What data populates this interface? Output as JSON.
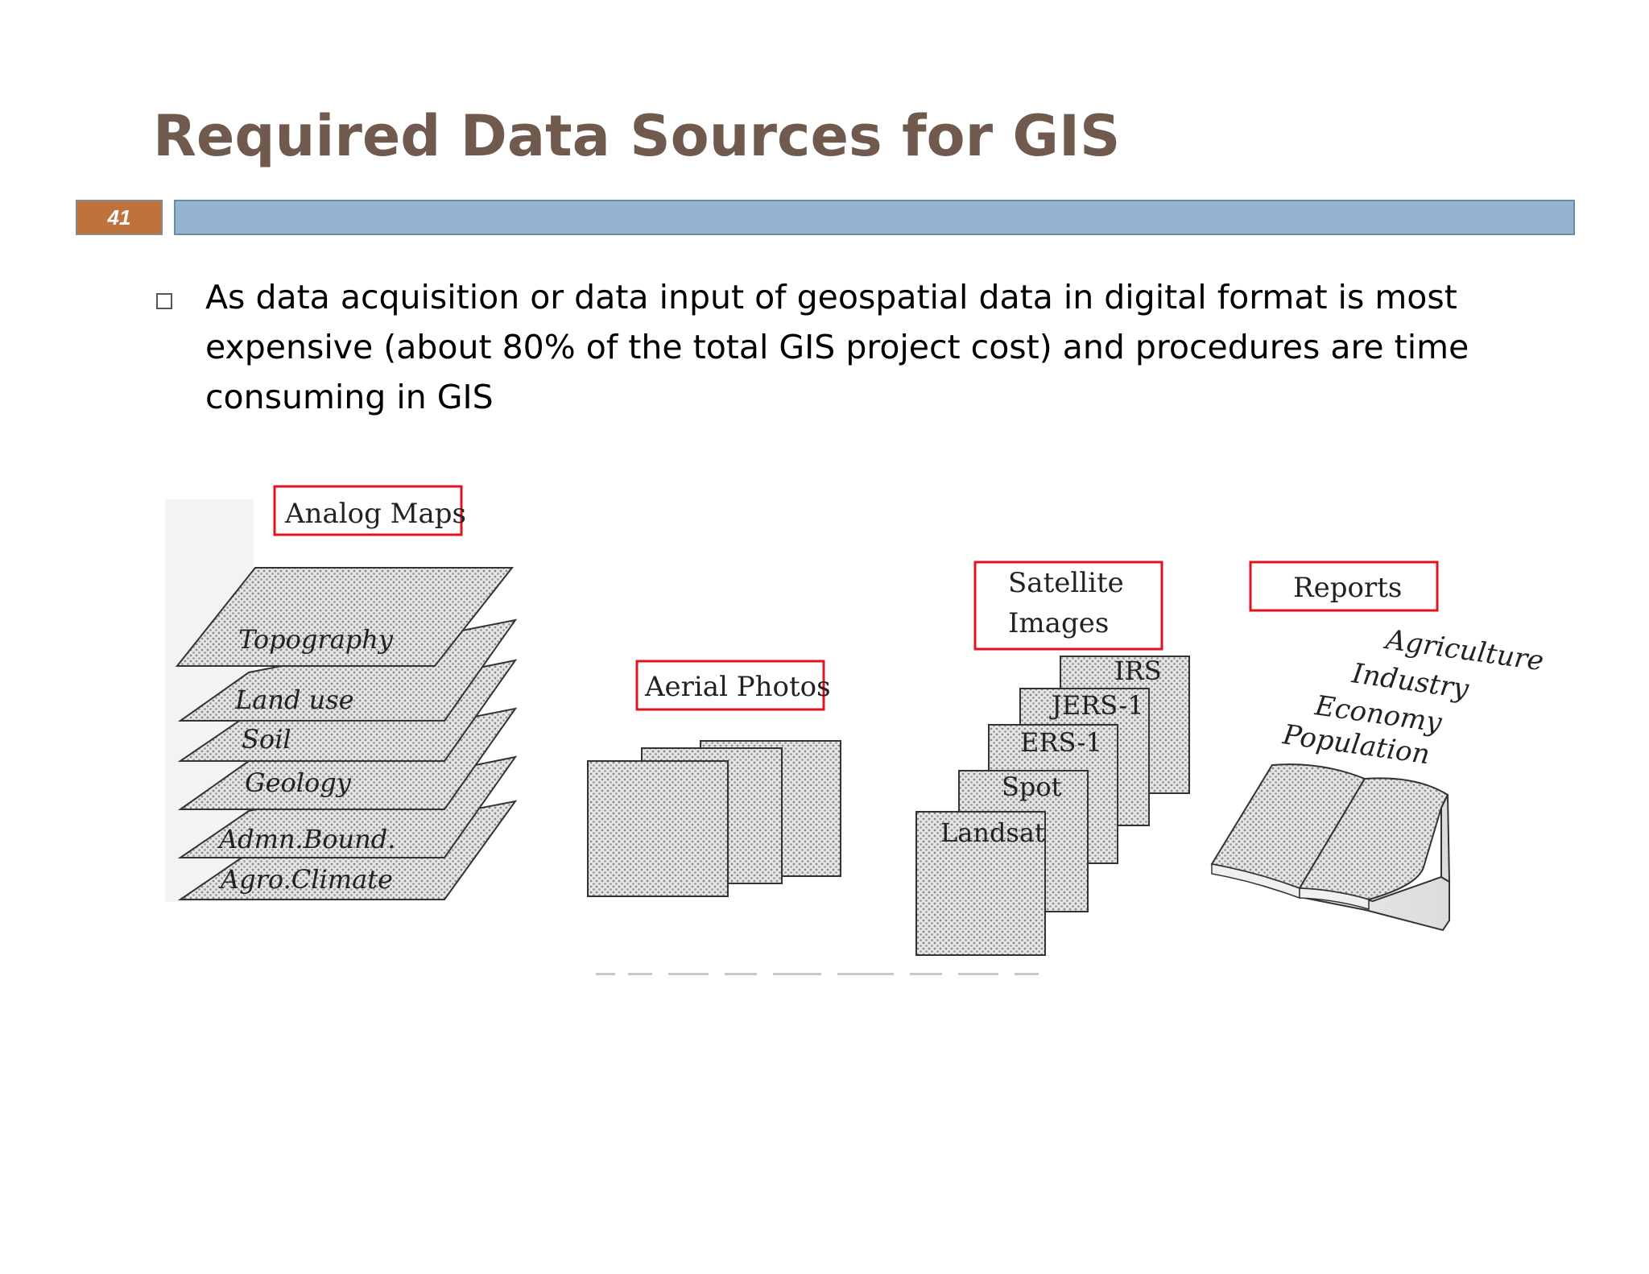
{
  "slide": {
    "title": "Required Data Sources for GIS",
    "slide_number": "41",
    "bullet_text": "As data acquisition or data input of geospatial data in digital format is most expensive (about 80% of the total GIS project cost) and procedures are time consuming in GIS"
  },
  "figure": {
    "analog_maps": {
      "label": "Analog Maps",
      "layers": [
        "Topography",
        "Land use",
        "Soil",
        "Geology",
        "Admn.Bound.",
        "Agro.Climate"
      ]
    },
    "aerial_photos": {
      "label": "Aerial Photos"
    },
    "satellite_images": {
      "label_line1": "Satellite",
      "label_line2": "Images",
      "items": [
        "IRS",
        "JERS-1",
        "ERS-1",
        "Spot",
        "Landsat"
      ]
    },
    "reports": {
      "label": "Reports",
      "topics": [
        "Agriculture",
        "Industry",
        "Economy",
        "Population"
      ]
    }
  },
  "colors": {
    "title": "#6f5a4d",
    "slide_number_box": "#c0723d",
    "header_bar": "#95b4d0",
    "highlight_box": "#e0141e"
  }
}
